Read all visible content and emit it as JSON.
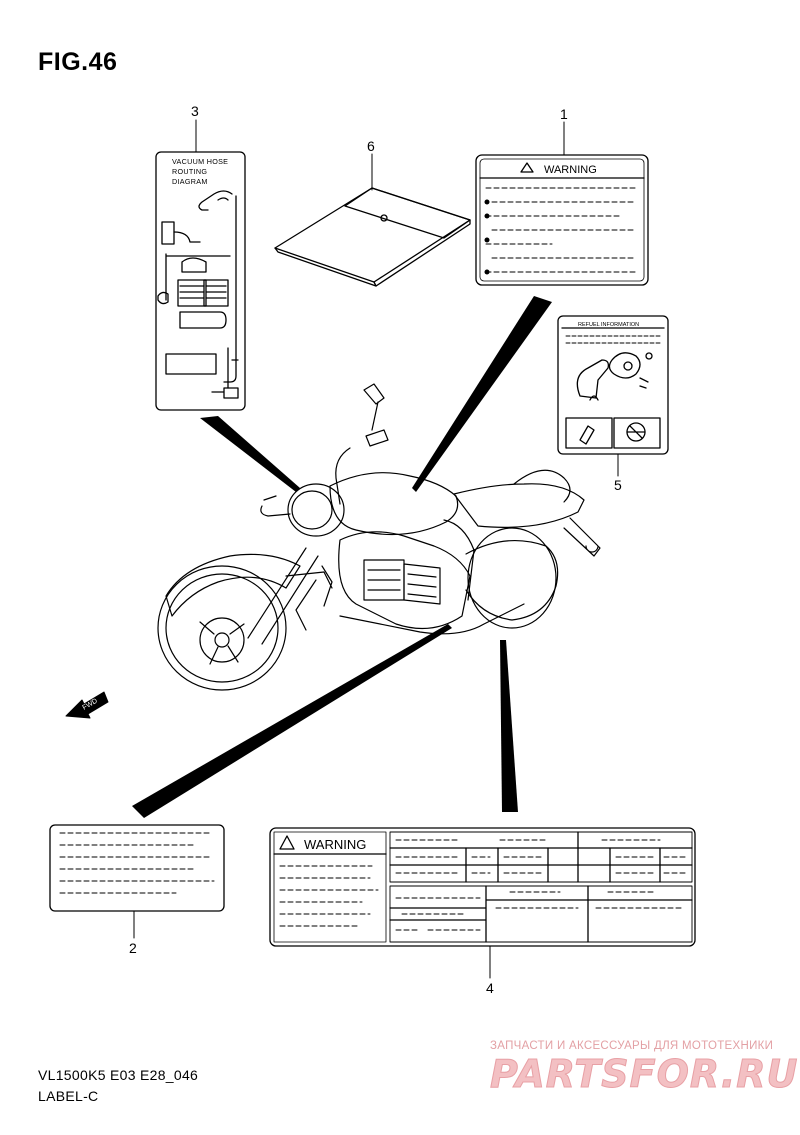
{
  "figure": {
    "title": "FIG.46",
    "code": "VL1500K5 E03 E28_046",
    "section": "LABEL-C"
  },
  "callouts": [
    "1",
    "2",
    "3",
    "4",
    "5",
    "6"
  ],
  "labels": {
    "vacuum_hose": {
      "callout": "3",
      "line1": "VACUUM HOSE",
      "line2": "ROUTING",
      "line3": "DIAGRAM"
    },
    "warning_1": {
      "callout": "1",
      "title": "WARNING"
    },
    "warning_4": {
      "callout": "4",
      "title": "WARNING"
    },
    "refuel": {
      "callout": "5",
      "title": "REFUEL INFORMATION"
    },
    "manual": {
      "callout": "6"
    },
    "info_2": {
      "callout": "2"
    }
  },
  "direction_indicator": "FWD",
  "watermark": {
    "tagline": "ЗАПЧАСТИ И АКСЕССУАРЫ ДЛЯ МОТОТЕХНИКИ",
    "brand": "PARTSFOR.RU"
  }
}
